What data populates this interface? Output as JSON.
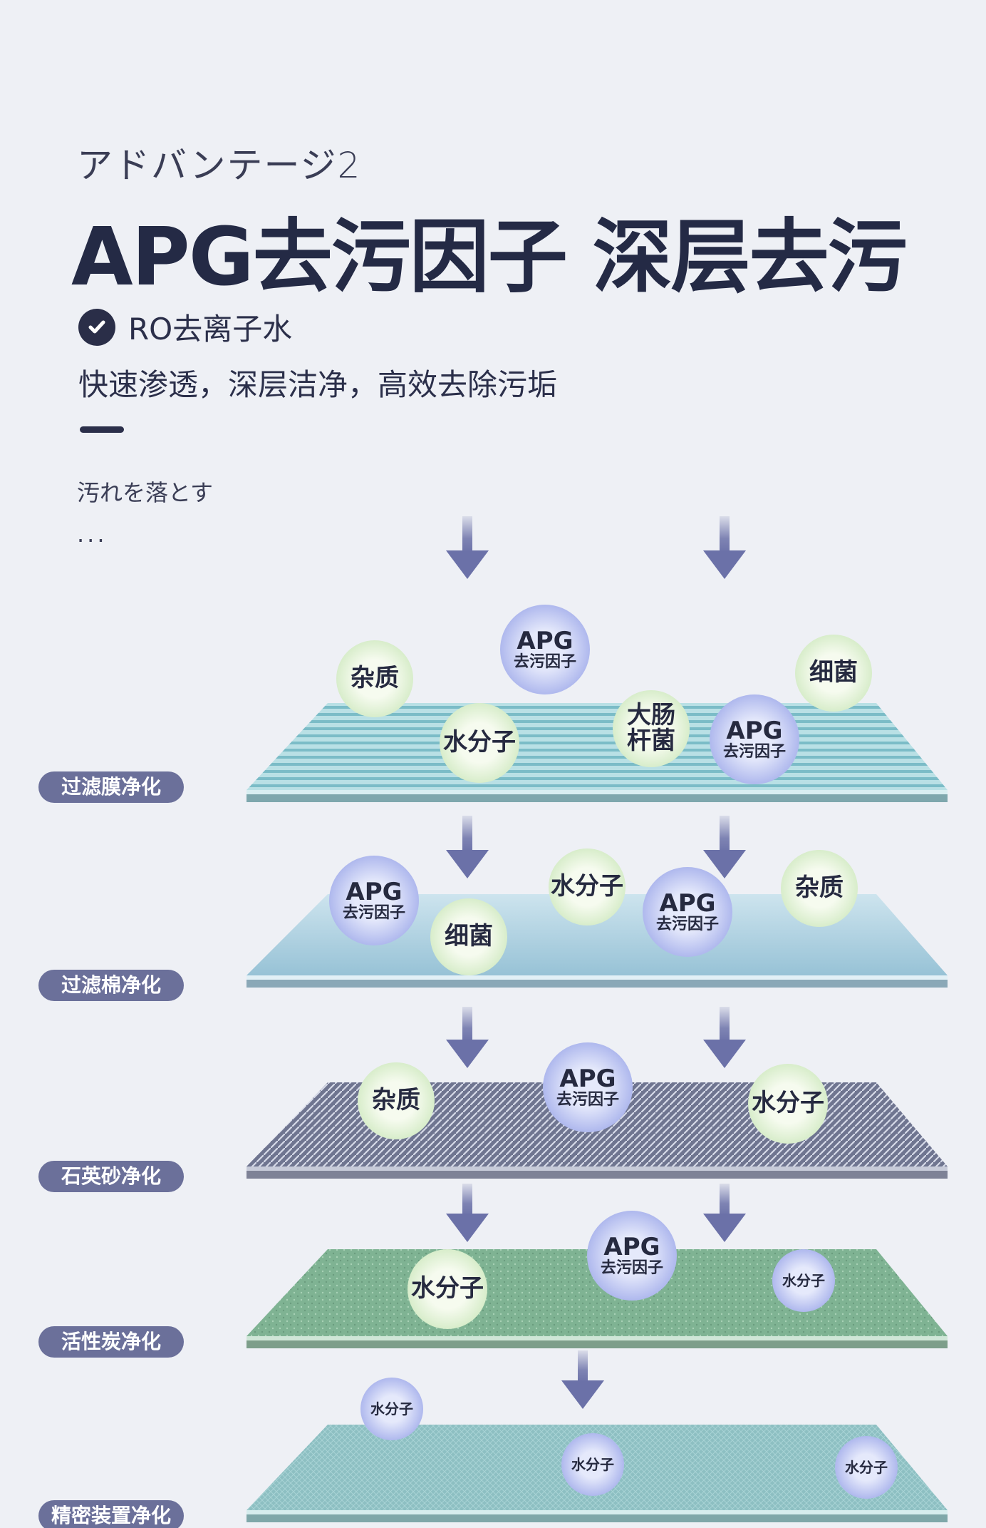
{
  "header": {
    "eyebrow": "アドバンテージ2",
    "headline": "APG去污因子 深层去污",
    "feature": "RO去离子水",
    "subtext": "快速渗透，深层洁净，高效去除污垢",
    "note_line1": "汚れを落とす",
    "note_line2": "..."
  },
  "stages": [
    {
      "label": "过滤膜净化"
    },
    {
      "label": "过滤棉净化"
    },
    {
      "label": "石英砂净化"
    },
    {
      "label": "活性炭净化"
    },
    {
      "label": "精密装置净化"
    }
  ],
  "particles": {
    "impurity": "杂质",
    "bacteria": "细菌",
    "water": "水分子",
    "ecoli_1": "大肠",
    "ecoli_2": "杆菌",
    "apg": "APG",
    "apg_sub": "去污因子"
  },
  "colors": {
    "background": "#eef0f5",
    "label_bg": "#6b709a",
    "arrow": "#6b71a8",
    "membrane": "#8fc6cf",
    "cotton": "#a9cfe0",
    "sand": "#7b8098",
    "carbon": "#88b89a",
    "precision": "#94c4c6"
  }
}
